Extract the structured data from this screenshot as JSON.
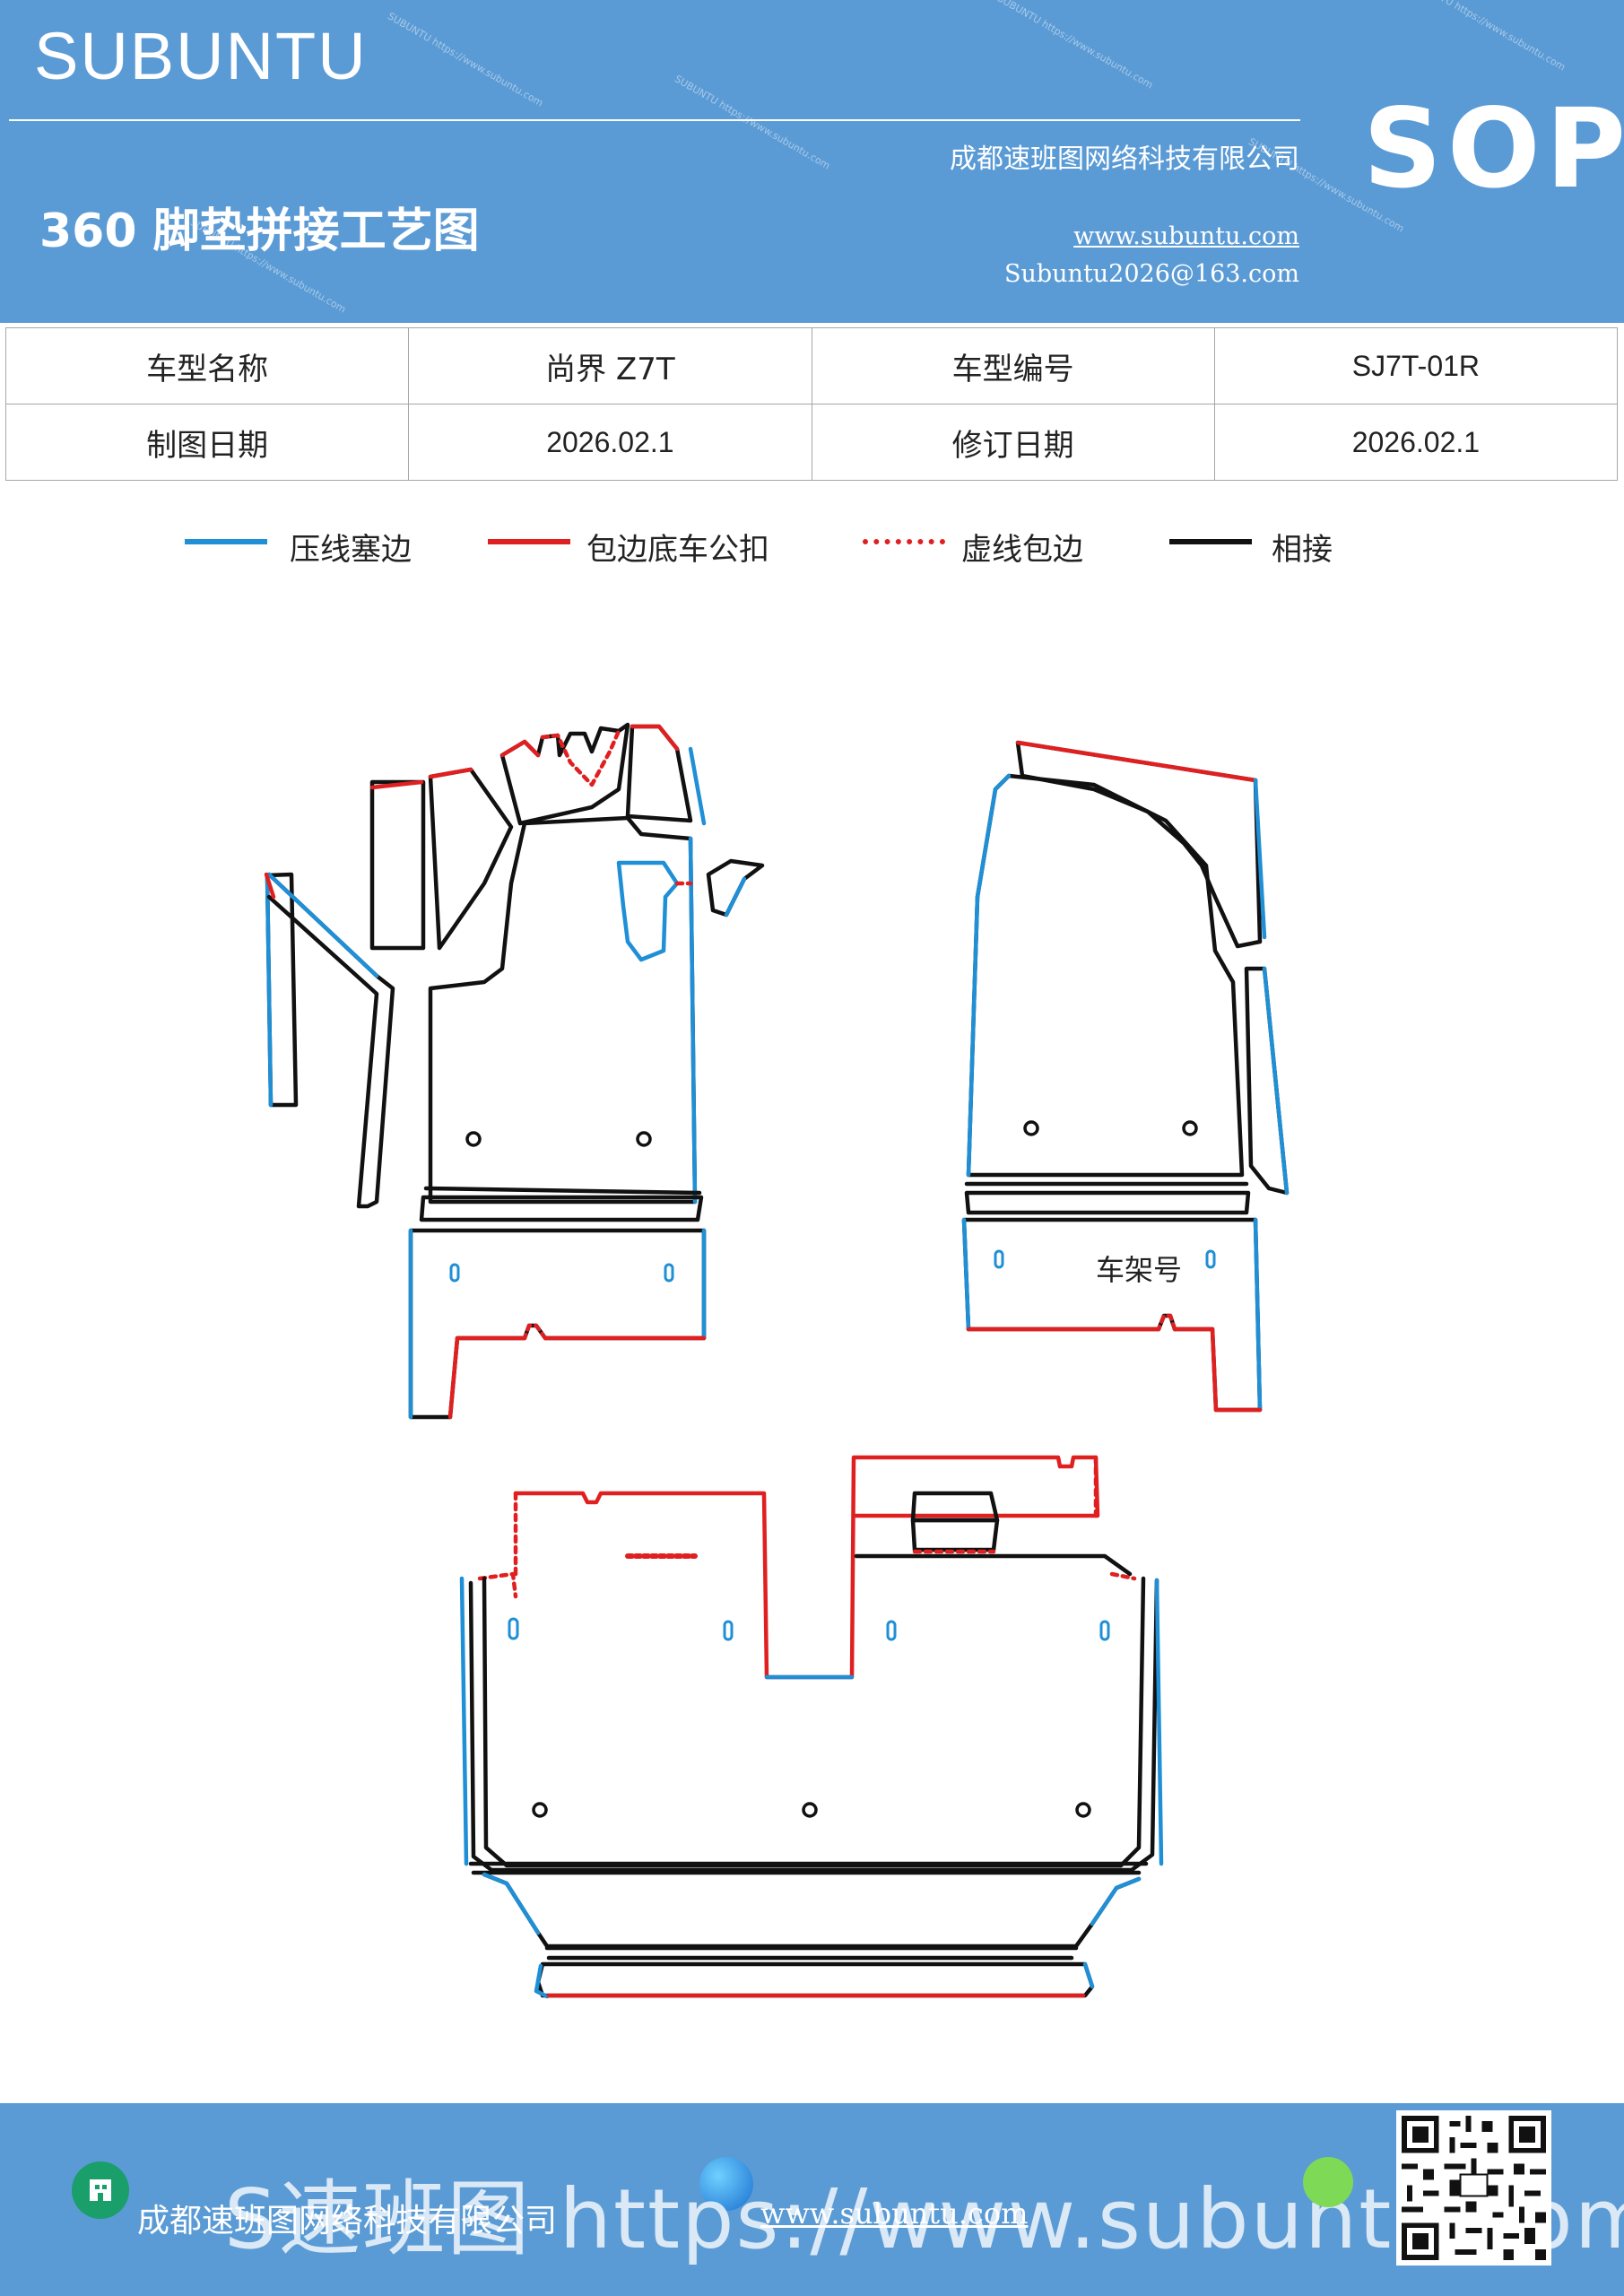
{
  "header": {
    "brand": "SUBUNTU",
    "badge": "SOP",
    "company": "成都速班图网络科技有限公司",
    "title": "360 脚垫拼接工艺图",
    "website": "www.subuntu.com",
    "email": "Subuntu2026@163.com",
    "watermark": "SUBUNTU https://www.subuntu.com"
  },
  "info_table": {
    "rows": [
      [
        "车型名称",
        "尚界 Z7T",
        "车型编号",
        "SJ7T-01R"
      ],
      [
        "制图日期",
        "2026.02.1",
        "修订日期",
        "2026.02.1"
      ]
    ]
  },
  "legend": [
    {
      "label": "压线塞边",
      "color": "#1f8fd6",
      "style": "solid"
    },
    {
      "label": "包边底车公扣",
      "color": "#e02020",
      "style": "solid"
    },
    {
      "label": "虚线包边",
      "color": "#e02020",
      "style": "dashed"
    },
    {
      "label": "相接",
      "color": "#111111",
      "style": "solid"
    }
  ],
  "diagram": {
    "vin_label": "车架号"
  },
  "footer": {
    "company": "成都速班图网络科技有限公司",
    "website": "www.subuntu.com",
    "overlay": "S速班图 https://www.subuntu.com"
  }
}
